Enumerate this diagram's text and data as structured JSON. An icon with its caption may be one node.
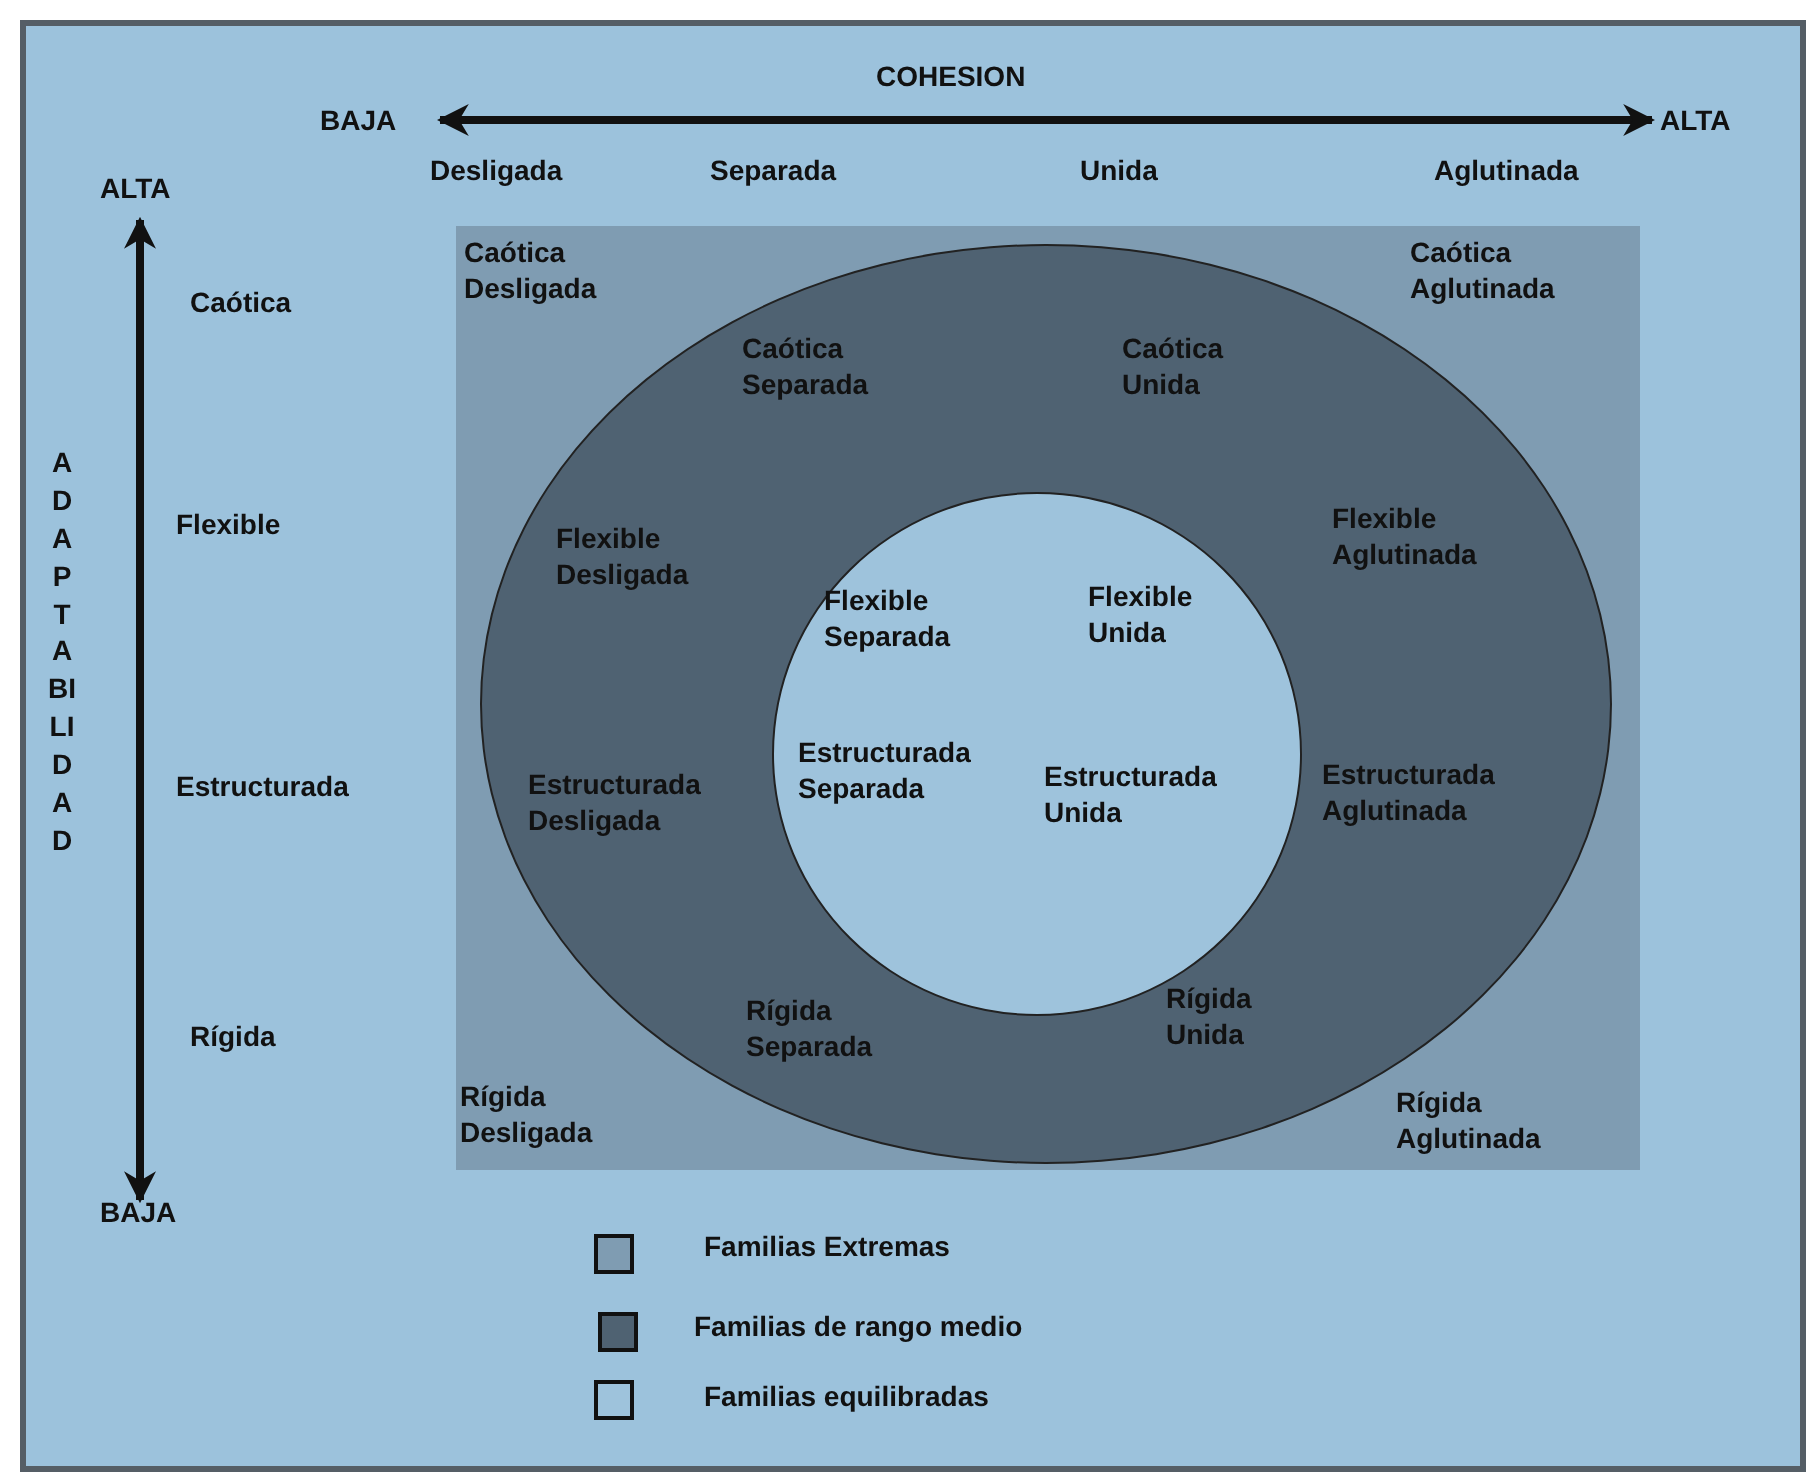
{
  "diagram": {
    "nodes": [
      {
        "text": [],
        "shape": "box"
      },
      {
        "text": [
          "Caótica Separada",
          "Caótica Unida",
          "Flexible Desligada",
          "Flexible Aglutinada",
          "Estructurada Desligada",
          "Estructurada Aglutinada",
          "Rígida Separada",
          "Rígida Unida"
        ],
        "in": 0
      },
      {
        "text": [
          "Flexible Separada",
          "Flexible Unida",
          "Estructurada Separada",
          "Estructurada Unida"
        ],
        "in": 1
      }
    ],
    "edges": [],
    "labels": [
      "COHESION",
      "BAJA",
      "ALTA",
      "Desligada",
      "Separada",
      "Unida",
      "Aglutinada",
      "ALTA",
      "Caótica",
      "Flexible",
      "Estructurada",
      "Rígida",
      "BAJA",
      "ADAPTABILIDAD",
      "Caótica Desligada",
      "Caótica Aglutinada",
      "Rígida Desligada",
      "Rígida Aglutinada"
    ],
    "legend": [
      {
        "text": "Familias Extremas",
        "color": "#7f9cb2"
      },
      {
        "text": "Familias de rango medio",
        "color": "#4f6272"
      },
      {
        "text": "Familias equilibradas",
        "color": "#9ec3dc"
      }
    ]
  }
}
